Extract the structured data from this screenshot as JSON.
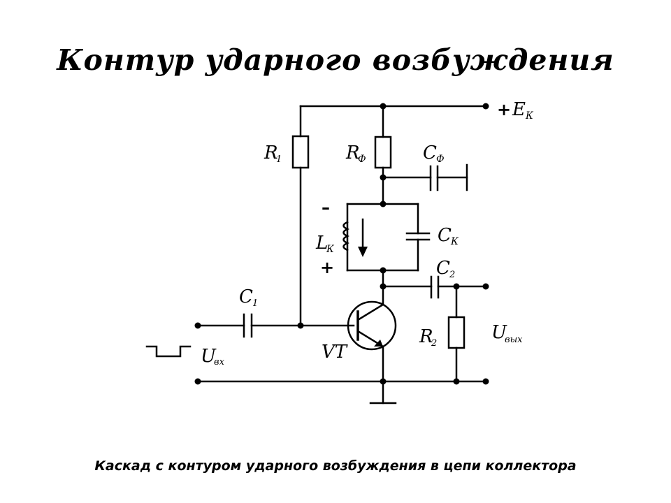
{
  "slide": {
    "title": "Контур ударного возбуждения",
    "caption": "Каскад с контуром ударного возбуждения в цепи коллектора"
  },
  "circuit": {
    "supply": {
      "sign": "+",
      "main": "E",
      "sub": "К"
    },
    "r1": {
      "main": "R",
      "sub": "1"
    },
    "rf": {
      "main": "R",
      "sub": "Ф"
    },
    "cf": {
      "main": "C",
      "sub": "Ф"
    },
    "lk": {
      "main": "L",
      "sub": "К"
    },
    "ck": {
      "main": "C",
      "sub": "К"
    },
    "c1": {
      "main": "C",
      "sub": "1"
    },
    "c2": {
      "main": "C",
      "sub": "2"
    },
    "r2": {
      "main": "R",
      "sub": "2"
    },
    "vt": "VT",
    "uin": {
      "main": "U",
      "sub": "вх"
    },
    "uout": {
      "main": "U",
      "sub": "вых"
    },
    "minus_sign": "–",
    "plus_sign": "+"
  }
}
